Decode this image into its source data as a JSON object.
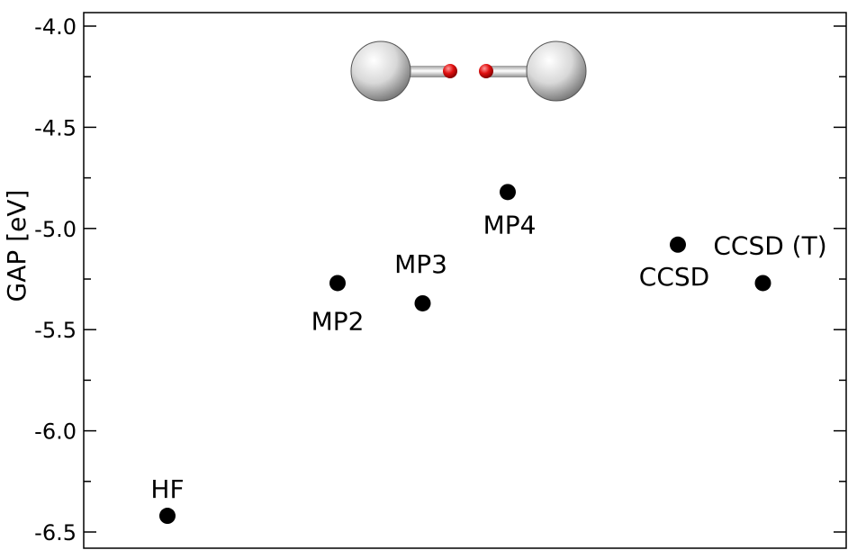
{
  "chart_data": {
    "type": "scatter",
    "ylabel": "GAP [eV]",
    "ylim": [
      -6.5,
      -4.0
    ],
    "yticks": [
      {
        "value": -4.0,
        "label": "-4.0"
      },
      {
        "value": -4.5,
        "label": "-4.5"
      },
      {
        "value": -5.0,
        "label": "-5.0"
      },
      {
        "value": -5.5,
        "label": "-5.5"
      },
      {
        "value": -6.0,
        "label": "-6.0"
      },
      {
        "value": -6.5,
        "label": "-6.5"
      }
    ],
    "grid": false,
    "points": [
      {
        "label": "HF",
        "x": 1,
        "y": -6.42
      },
      {
        "label": "MP2",
        "x": 3,
        "y": -5.27
      },
      {
        "label": "MP3",
        "x": 4,
        "y": -5.37
      },
      {
        "label": "MP4",
        "x": 5,
        "y": -4.82
      },
      {
        "label": "CCSD",
        "x": 7,
        "y": -5.08
      },
      {
        "label": "CCSD (T)",
        "x": 8,
        "y": -5.27
      }
    ],
    "inset": "molecule-image"
  }
}
